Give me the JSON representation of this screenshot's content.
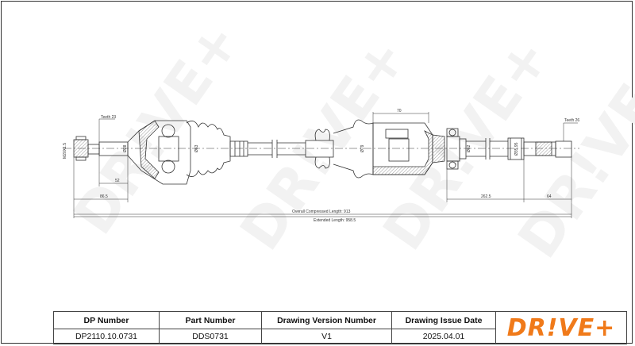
{
  "watermark": "DR!VE+",
  "drawing": {
    "labels": {
      "teeth_left": "Teeth 23",
      "thread": "M20X1.5",
      "dia_left_shaft": "Ø28",
      "dia_outer_joint": "Ø63",
      "dia_inner_boot": "Ø79",
      "dia_bearing": "Ø62",
      "dia_right_shaft": "Ø35.95",
      "teeth_right": "Teeth 26",
      "dim_52": "52",
      "dim_86_5": "86.5",
      "dim_70": "70",
      "dim_262_5": "262.5",
      "dim_64": "64",
      "overall": "Overall  Compressed  Length: 913",
      "extended": "Extended  Length: 958.5"
    }
  },
  "title_block": {
    "headers": [
      "DP Number",
      "Part Number",
      "Drawing Version Number",
      "Drawing Issue Date"
    ],
    "values": [
      "DP2110.10.0731",
      "DDS0731",
      "V1",
      "2025.04.01"
    ],
    "logo": "DR!VE+",
    "logo_color": "#f07a1a"
  }
}
